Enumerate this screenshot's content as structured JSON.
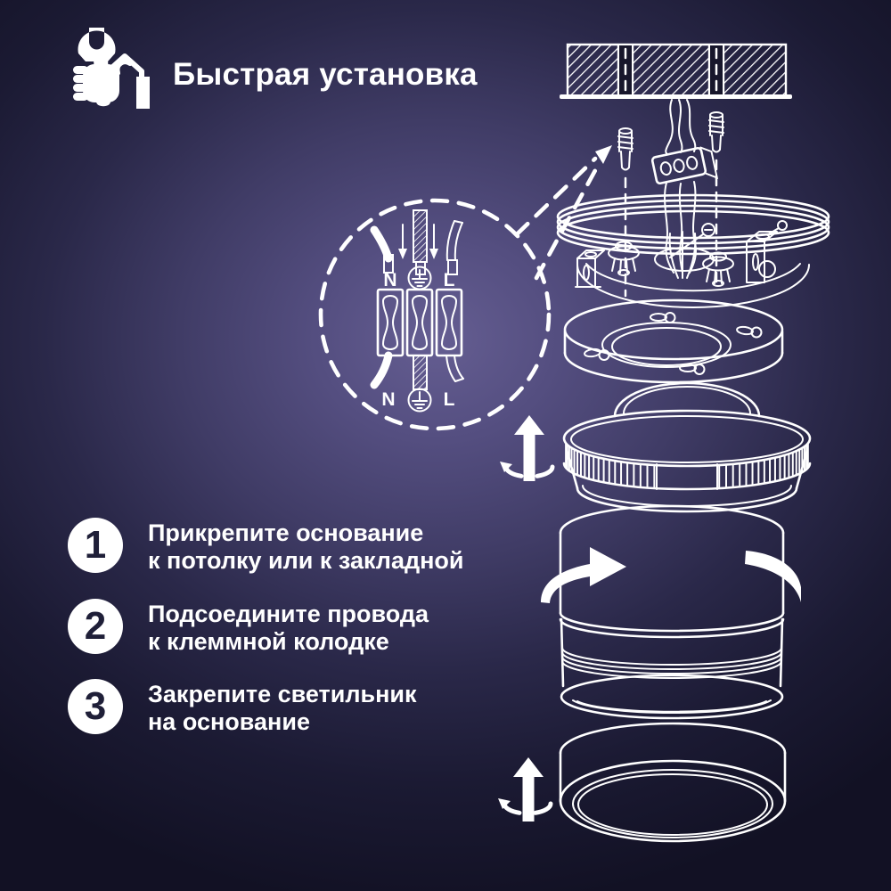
{
  "header": {
    "title": "Быстрая установка",
    "icon": "wrench-hand-house-icon"
  },
  "steps": [
    {
      "number": "1",
      "line1": "Прикрепите основание",
      "line2": "к потолку или к закладной"
    },
    {
      "number": "2",
      "line1": "Подсоедините провода",
      "line2": "к клеммной колодке"
    },
    {
      "number": "3",
      "line1": "Закрепите светильник",
      "line2": "на основание"
    }
  ],
  "wiring_callout": {
    "labels_top": {
      "neutral": "N",
      "ground": "earth-ground-symbol",
      "live": "L"
    },
    "labels_bottom": {
      "neutral": "N",
      "ground": "earth-ground-symbol",
      "live": "L"
    }
  },
  "colors": {
    "line": "#ffffff",
    "bg_glow": "#655e92",
    "bg_mid": "#37345c",
    "bg_dark": "#121124",
    "step_number": "#1f1f38"
  }
}
